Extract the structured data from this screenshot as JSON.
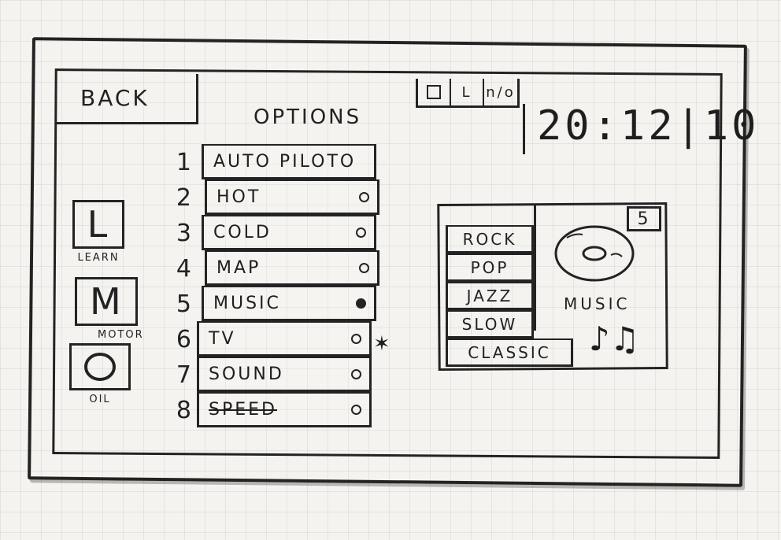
{
  "header": {
    "back_label": "BACK",
    "options_title": "OPTIONS",
    "clock": "20:12|10",
    "mini_toggles": [
      {
        "icon": "square-icon",
        "label": ""
      },
      {
        "icon": "",
        "label": "L"
      },
      {
        "icon": "",
        "label": "n/o"
      }
    ]
  },
  "gauges": [
    {
      "letter": "L",
      "caption": "LEARN",
      "icon": "lean-gauge-icon"
    },
    {
      "letter": "M",
      "caption": "MOTOR",
      "icon": "motor-gauge-icon"
    },
    {
      "letter": "",
      "caption": "OIL",
      "icon": "oil-gauge-icon"
    }
  ],
  "options": [
    {
      "num": "1",
      "label": "AUTO PILOTO",
      "dot": false
    },
    {
      "num": "2",
      "label": "HOT",
      "dot": true,
      "active": false
    },
    {
      "num": "3",
      "label": "COLD",
      "dot": true,
      "active": false
    },
    {
      "num": "4",
      "label": "MAP",
      "dot": true,
      "active": false
    },
    {
      "num": "5",
      "label": "MUSIC",
      "dot": true,
      "active": true
    },
    {
      "num": "6",
      "label": "TV",
      "dot": true,
      "active": false
    },
    {
      "num": "7",
      "label": "SOUND",
      "dot": true,
      "active": false
    },
    {
      "num": "8",
      "label": "SPEED",
      "dot": true,
      "active": false
    }
  ],
  "music": {
    "genres": [
      "ROCK",
      "POP",
      "JAZZ",
      "SLOW",
      "CLASSIC"
    ],
    "track_number": "5",
    "label": "MUSIC",
    "disc_icon": "disc-icon",
    "notes_icon": "music-notes-icon"
  },
  "colors": {
    "ink": "#232323",
    "paper": "#f4f3ef"
  }
}
